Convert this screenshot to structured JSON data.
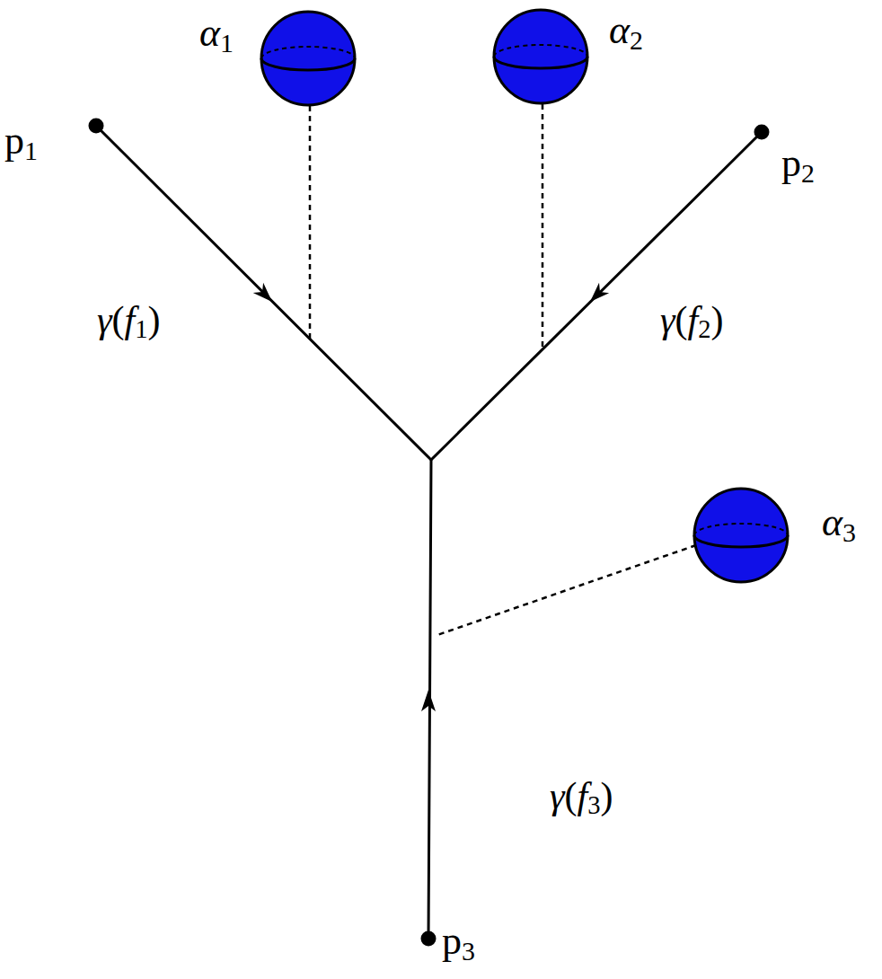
{
  "diagram": {
    "nodes": [
      {
        "text": [
          "α1"
        ]
      },
      {
        "text": [
          "α2"
        ]
      },
      {
        "text": [
          "p1"
        ]
      },
      {
        "text": [
          "p2"
        ]
      },
      {
        "text": [
          "α3"
        ]
      },
      {
        "text": [
          "p3"
        ]
      }
    ],
    "labels": [
      "γ(f1)",
      "γ(f2)",
      "γ(f3)"
    ]
  }
}
